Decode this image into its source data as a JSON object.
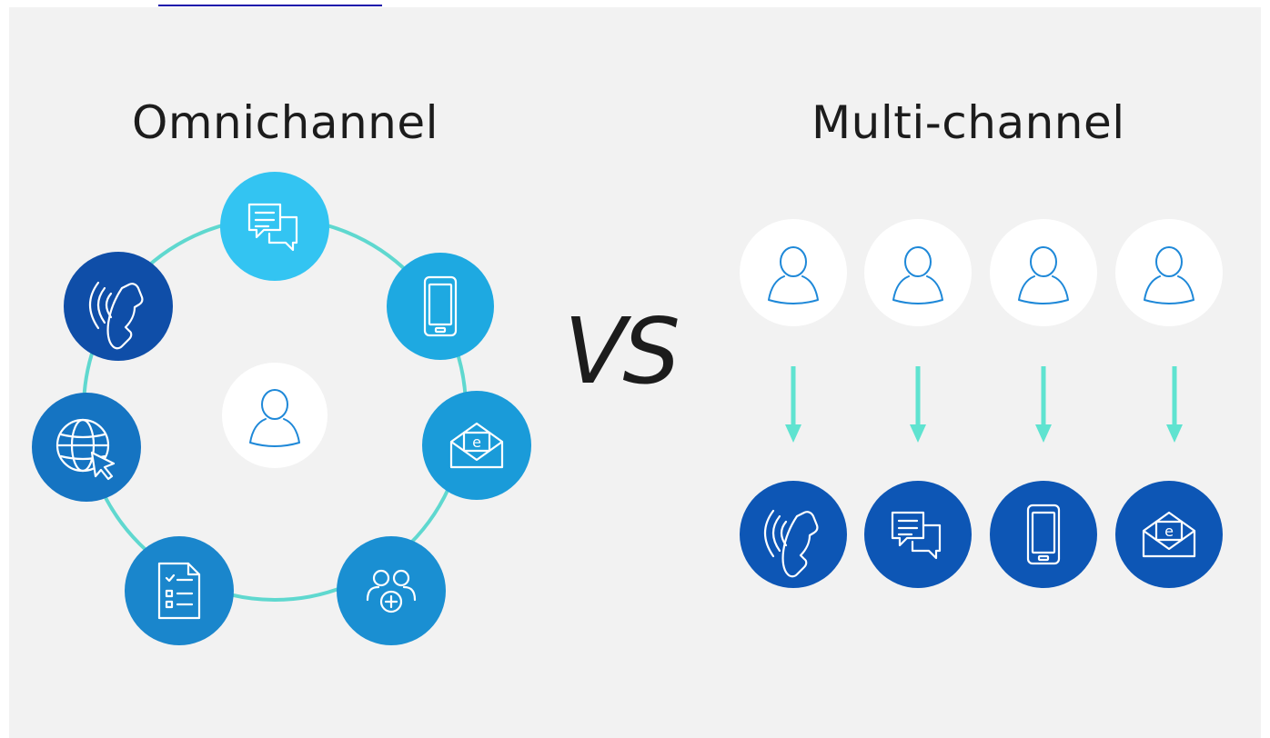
{
  "header": {
    "caption_text": "",
    "link_text": ""
  },
  "omnichannel": {
    "title": "Omnichannel",
    "ring_color": "#5fd8cf",
    "center_icon": "user-icon",
    "channels": [
      {
        "icon": "chat-icon",
        "color": "#33c4f2"
      },
      {
        "icon": "smartphone-icon",
        "color": "#1ea9e1"
      },
      {
        "icon": "email-icon",
        "color": "#1a9bd9"
      },
      {
        "icon": "add-group-icon",
        "color": "#1a8fd2"
      },
      {
        "icon": "document-list-icon",
        "color": "#1a86cc"
      },
      {
        "icon": "web-globe-icon",
        "color": "#1574c2"
      },
      {
        "icon": "phone-call-icon",
        "color": "#0f4ea8"
      }
    ]
  },
  "vs_label": "VS",
  "multichannel": {
    "title": "Multi-channel",
    "arrow_color": "#5fe3d0",
    "user_icon": "user-icon",
    "channels": [
      {
        "icon": "phone-call-icon",
        "color": "#0d56b5"
      },
      {
        "icon": "chat-icon",
        "color": "#0d56b5"
      },
      {
        "icon": "smartphone-icon",
        "color": "#0d56b5"
      },
      {
        "icon": "email-icon",
        "color": "#0d56b5"
      }
    ]
  }
}
